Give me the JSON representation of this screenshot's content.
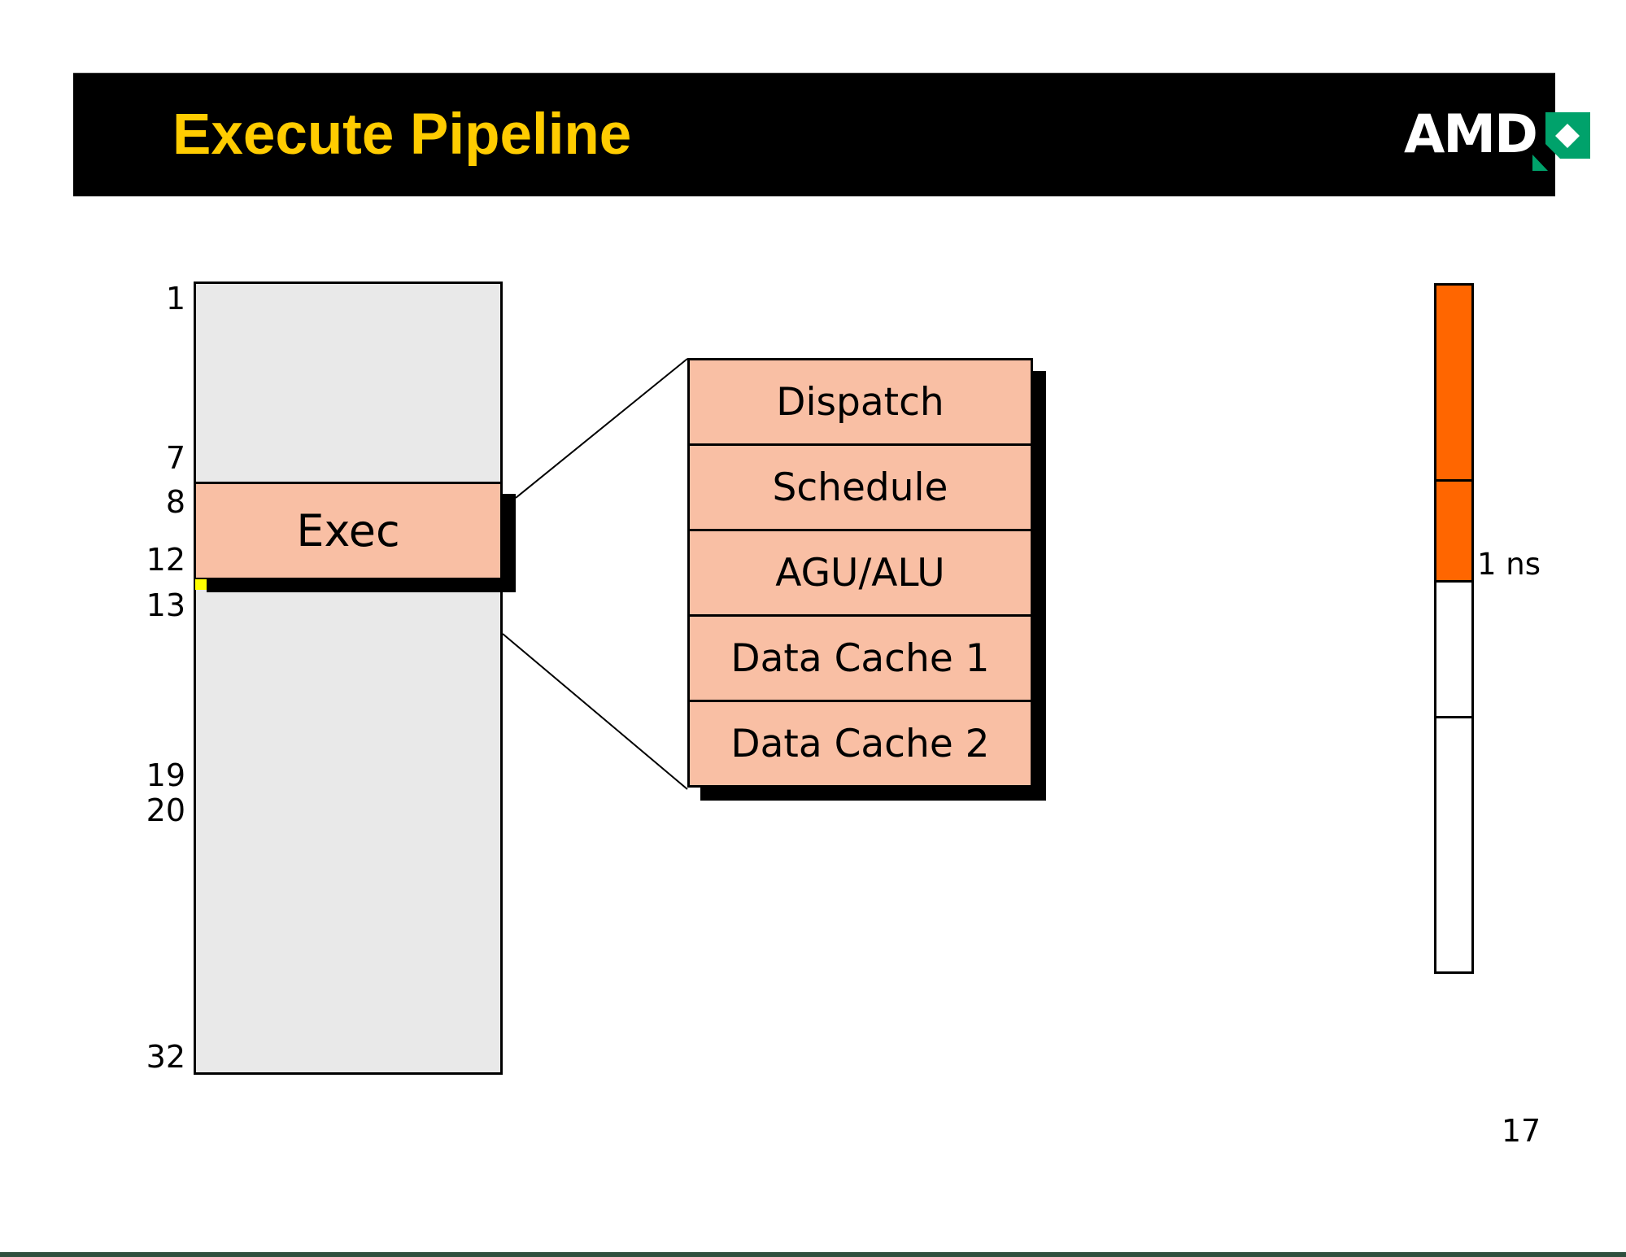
{
  "slide": {
    "title": "Execute Pipeline",
    "page_number": "17"
  },
  "logo": {
    "text": "AMD"
  },
  "pipeline": {
    "stage_labels": [
      "1",
      "7",
      "8",
      "12",
      "13",
      "19",
      "20",
      "32"
    ],
    "exec_label": "Exec"
  },
  "detail_stages": [
    "Dispatch",
    "Schedule",
    "AGU/ALU",
    "Data Cache 1",
    "Data Cache 2"
  ],
  "time_scale": {
    "label": "1 ns"
  },
  "colors": {
    "title_text": "#FFCC00",
    "title_bar": "#000000",
    "stage_fill": "#F9BFA4",
    "pipeline_fill": "#E9E9E9",
    "time_fill": "#FF6600",
    "highlight_marker": "#FFFF00",
    "logo_green": "#00A26B",
    "bottom_strip": "#2F4F3E"
  }
}
